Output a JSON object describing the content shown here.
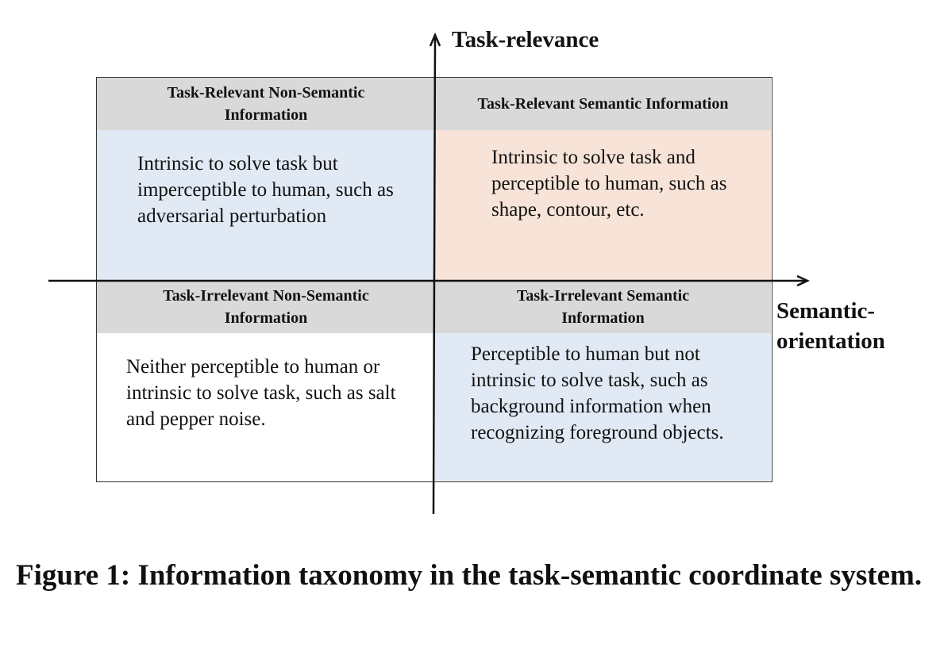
{
  "figure": {
    "y_axis_label": "Task-relevance",
    "x_axis_label": "Semantic-orientation",
    "quadrants": {
      "top_left": {
        "title": "Task-Relevant Non-Semantic Information",
        "description": "Intrinsic to solve task but imperceptible to human, such as adversarial perturbation",
        "color": "#e1e9f4"
      },
      "top_right": {
        "title": "Task-Relevant Semantic Information",
        "description": "Intrinsic to solve task and perceptible to human, such as shape, contour, etc.",
        "color": "#f7e3d7"
      },
      "bottom_left": {
        "title": "Task-Irrelevant Non-Semantic Information",
        "description": "Neither perceptible to human or intrinsic to solve task, such as salt and pepper noise.",
        "color": "#ffffff"
      },
      "bottom_right": {
        "title": "Task-Irrelevant Semantic Information",
        "description": "Perceptible to human but not intrinsic to solve task, such as background information when recognizing foreground objects.",
        "color": "#e1e9f4"
      }
    },
    "header_color": "#d9d9d9"
  },
  "caption": "Figure 1: Information taxonomy in the task-semantic coordinate system."
}
